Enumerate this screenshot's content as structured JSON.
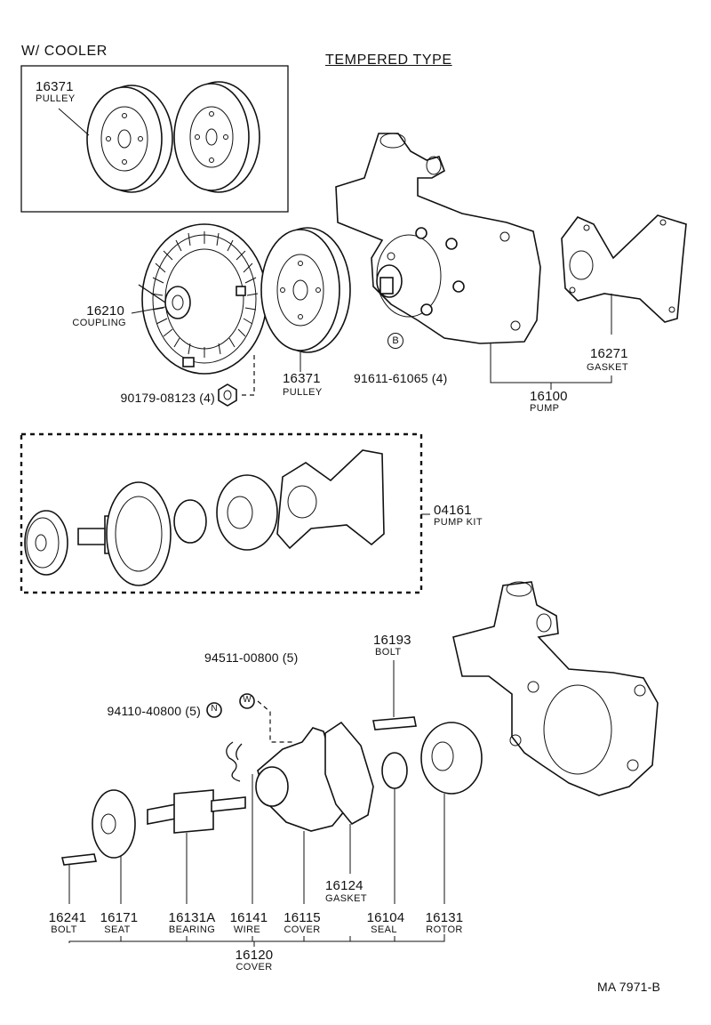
{
  "header": {
    "w_cooler": "W/ COOLER",
    "tempered_type": "TEMPERED TYPE"
  },
  "parts": {
    "pulley_cooler": {
      "number": "16371",
      "name": "PULLEY"
    },
    "coupling": {
      "number": "16210",
      "name": "COUPLING"
    },
    "pulley": {
      "number": "16371",
      "name": "PULLEY"
    },
    "nut_coupling": {
      "number": "90179-08123 (4)"
    },
    "bolt_pump": {
      "number": "91611-61065 (4)"
    },
    "gasket_pump": {
      "number": "16271",
      "name": "GASKET"
    },
    "pump": {
      "number": "16100",
      "name": "PUMP"
    },
    "pump_kit": {
      "number": "04161",
      "name": "PUMP KIT"
    },
    "washer": {
      "number": "94511-00800 (5)"
    },
    "nut": {
      "number": "94110-40800 (5)"
    },
    "bolt_stud": {
      "number": "16193",
      "name": "BOLT"
    },
    "gasket_cover": {
      "number": "16124",
      "name": "GASKET"
    },
    "bolt": {
      "number": "16241",
      "name": "BOLT"
    },
    "seat": {
      "number": "16171",
      "name": "SEAT"
    },
    "bearing": {
      "number": "16131A",
      "name": "BEARING"
    },
    "wire": {
      "number": "16141",
      "name": "WIRE"
    },
    "cover_part": {
      "number": "16115",
      "name": "COVER"
    },
    "seal": {
      "number": "16104",
      "name": "SEAL"
    },
    "rotor": {
      "number": "16131",
      "name": "ROTOR"
    },
    "cover_assy": {
      "number": "16120",
      "name": "COVER"
    }
  },
  "callouts": {
    "nut_symbol": "N",
    "washer_symbol": "W",
    "bolt_symbol": "B"
  },
  "footer": {
    "drawing_code": "MA 7971-B"
  }
}
